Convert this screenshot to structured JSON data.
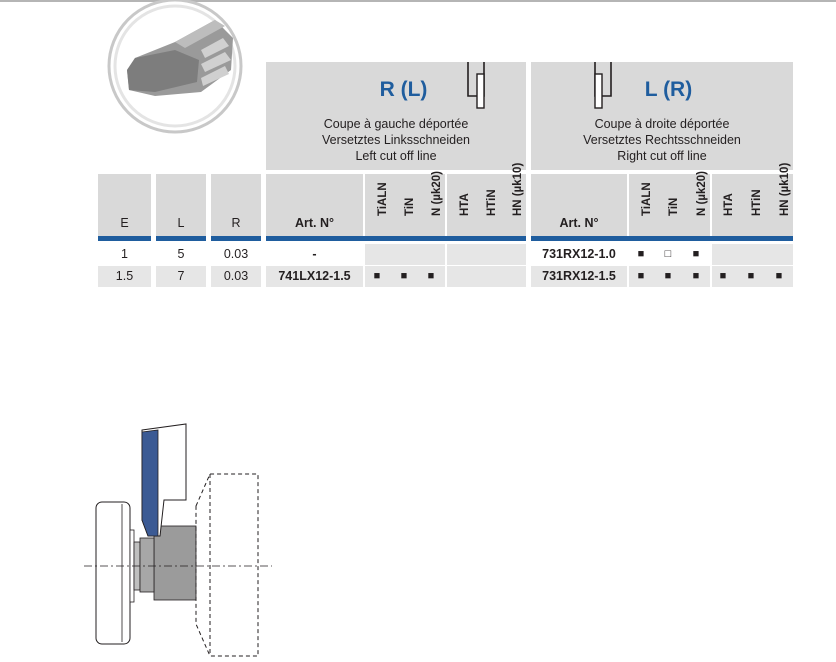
{
  "header": {
    "left": {
      "code": "R (L)",
      "lines": [
        "Coupe à gauche déportée",
        "Versetztes Linksschneiden",
        "Left cut off line"
      ]
    },
    "right": {
      "code": "L (R)",
      "lines": [
        "Coupe à droite déportée",
        "Versetztes Rechtsschneiden",
        "Right cut off line"
      ]
    }
  },
  "columns": {
    "e": "E",
    "l": "L",
    "r": "R",
    "art": "Art. N°",
    "coatings": [
      "TiALN",
      "TiN",
      "N (µk20)",
      "HTA",
      "HTiN",
      "HN (µk10)"
    ]
  },
  "rows": [
    {
      "e": "1",
      "l": "5",
      "r": "0.03",
      "left_art": "-",
      "left_marks": [
        "",
        "",
        "",
        "",
        "",
        ""
      ],
      "right_art": "731RX12-1.0",
      "right_marks": [
        "■",
        "□",
        "■",
        "",
        "",
        ""
      ]
    },
    {
      "e": "1.5",
      "l": "7",
      "r": "0.03",
      "left_art": "741LX12-1.5",
      "left_marks": [
        "■",
        "■",
        "■",
        "",
        "",
        ""
      ],
      "right_art": "731RX12-1.5",
      "right_marks": [
        "■",
        "■",
        "■",
        "■",
        "■",
        "■"
      ]
    }
  ],
  "colors": {
    "accent": "#1f5d9e",
    "header_gray": "#d9d9d9",
    "row_gray": "#e6e6e6"
  }
}
